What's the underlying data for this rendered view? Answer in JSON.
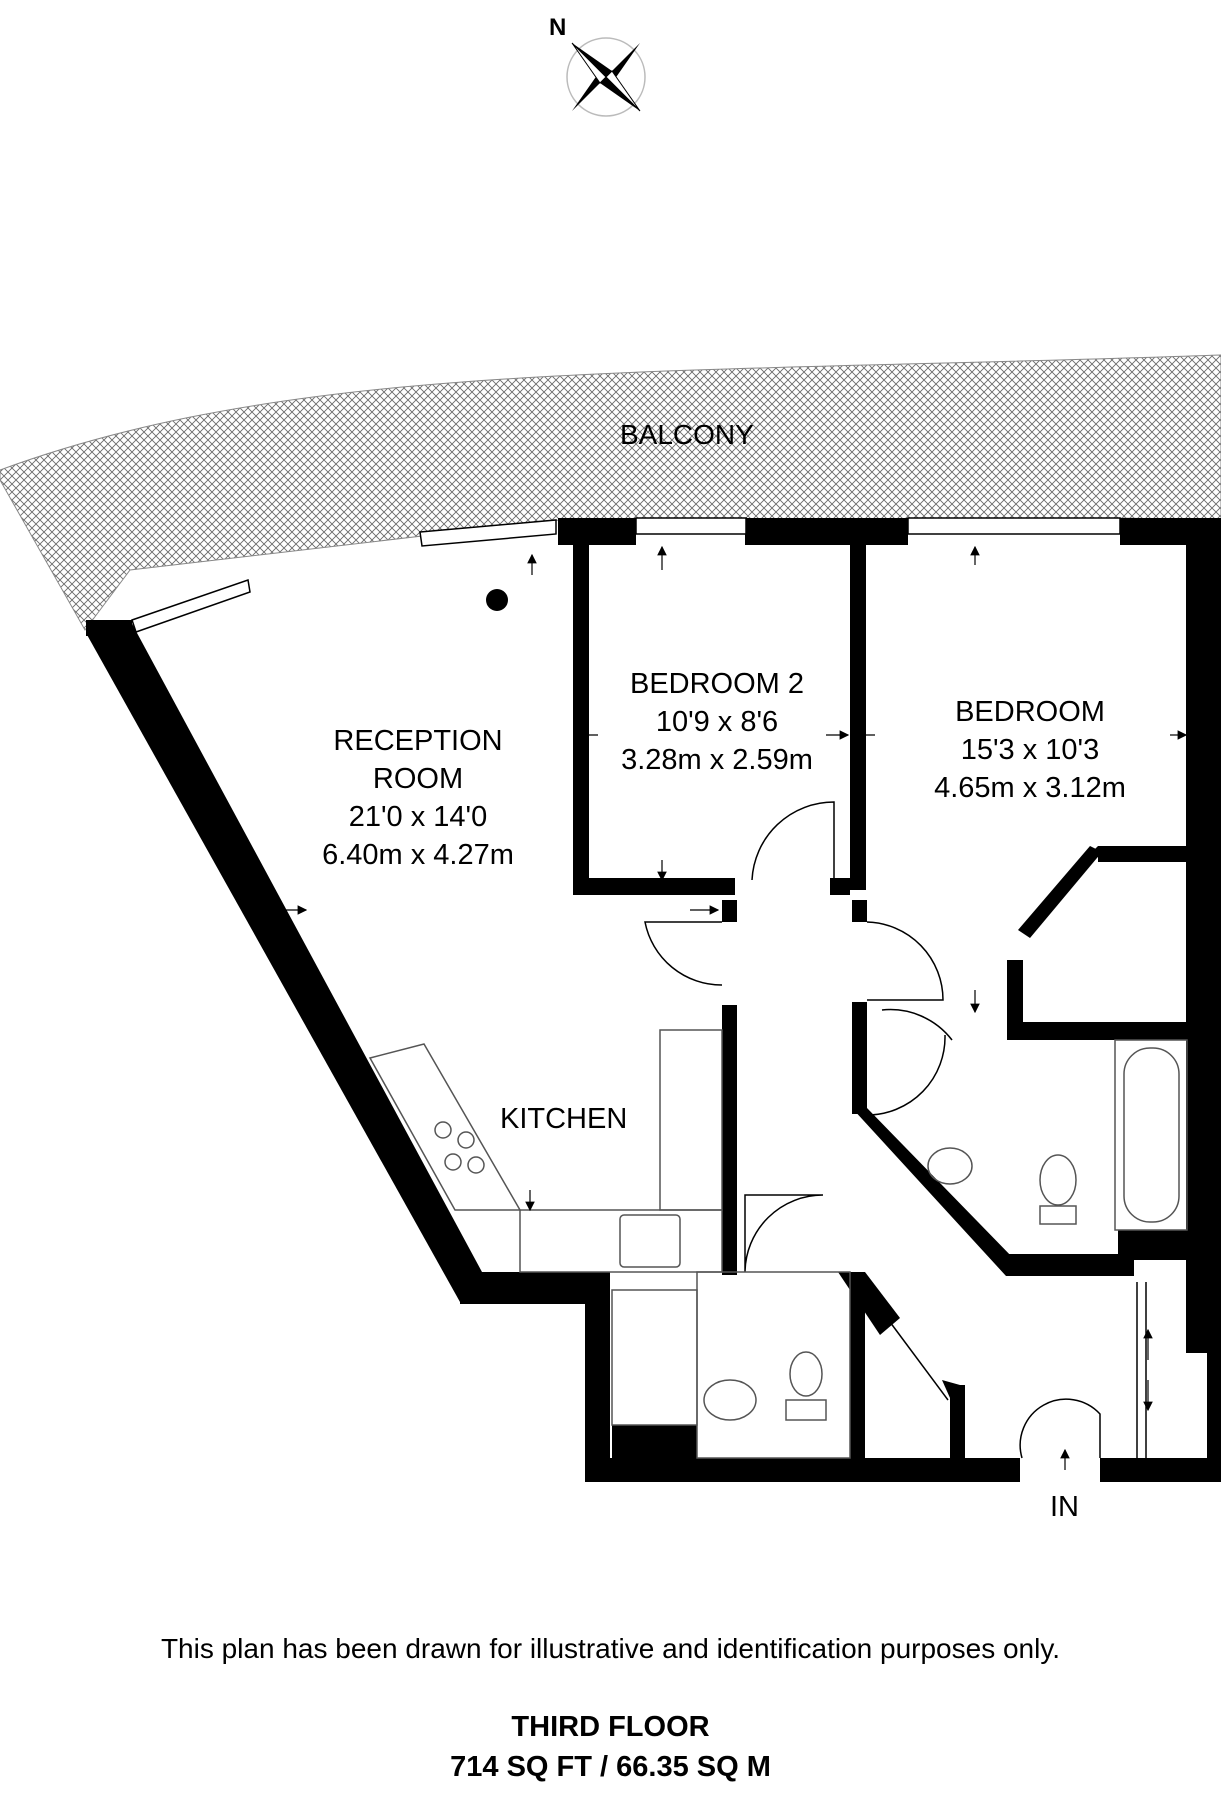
{
  "compass": {
    "north_label": "N",
    "icon": "compass-rose-icon"
  },
  "balcony": {
    "label": "BALCONY"
  },
  "rooms": {
    "reception": {
      "name_line1": "RECEPTION",
      "name_line2": "ROOM",
      "imperial": "21'0 x 14'0",
      "metric": "6.40m x 4.27m"
    },
    "bedroom2": {
      "name": "BEDROOM 2",
      "imperial": "10'9 x 8'6",
      "metric": "3.28m x 2.59m"
    },
    "bedroom": {
      "name": "BEDROOM",
      "imperial": "15'3 x 10'3",
      "metric": "4.65m x 3.12m"
    },
    "kitchen": {
      "name": "KITCHEN"
    }
  },
  "entrance": {
    "label": "IN"
  },
  "footer": {
    "disclaimer": "This plan has been drawn for illustrative and identification purposes only.",
    "floor": "THIRD FLOOR",
    "area": "714 SQ FT / 66.35 SQ M"
  },
  "colors": {
    "wall": "#000000",
    "background": "#ffffff",
    "fixture_line": "#555555"
  }
}
